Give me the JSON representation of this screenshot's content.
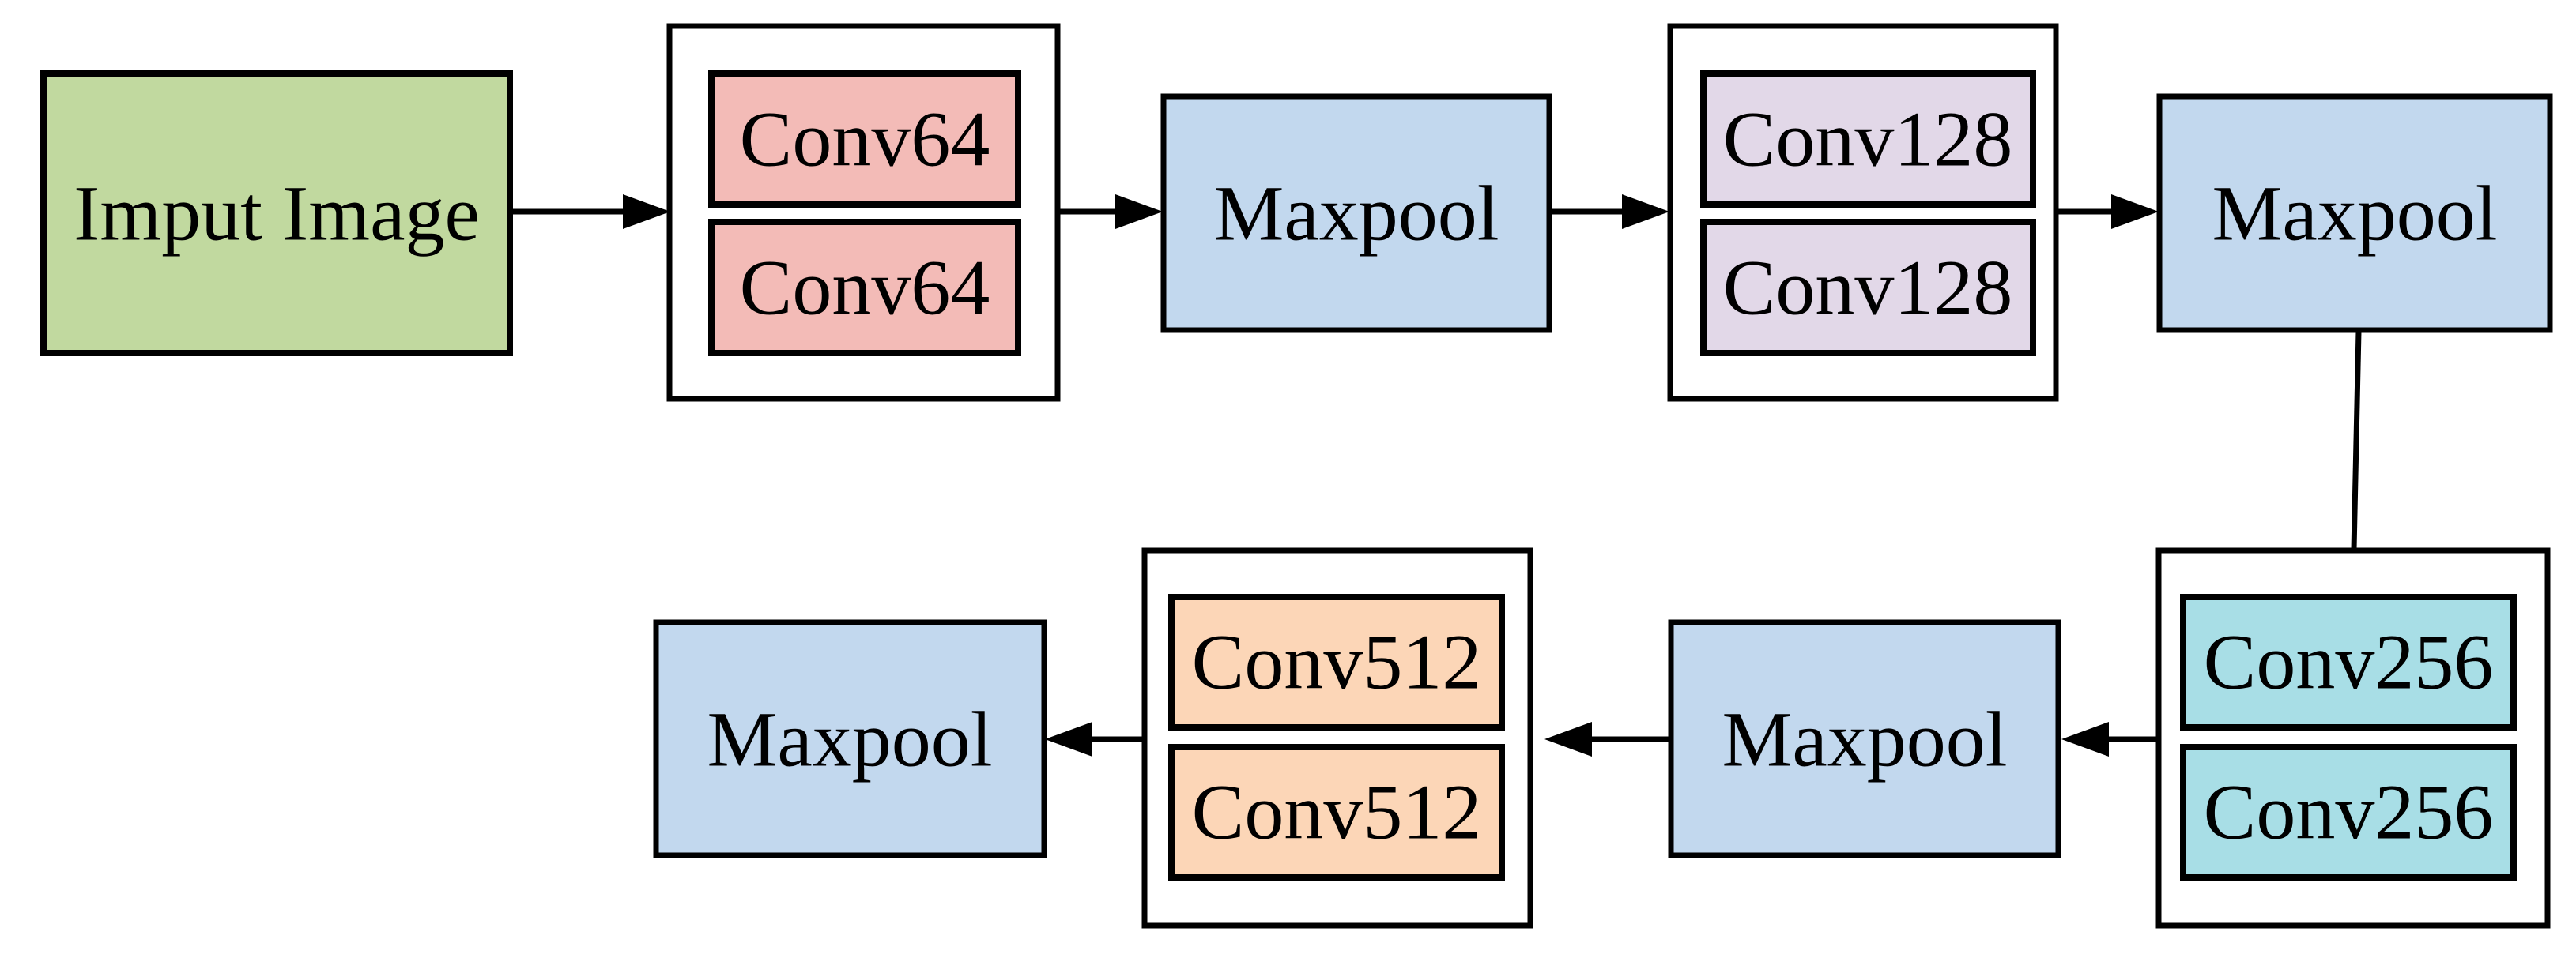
{
  "diagram": {
    "input": {
      "label": "Imput Image",
      "fill": "#c1d99f"
    },
    "block1": {
      "conv_top": {
        "label": "Conv64",
        "fill": "#f3bbb7"
      },
      "conv_bottom": {
        "label": "Conv64",
        "fill": "#f3bbb7"
      }
    },
    "pool1": {
      "label": "Maxpool",
      "fill": "#c2d8ee"
    },
    "block2": {
      "conv_top": {
        "label": "Conv128",
        "fill": "#e2d8e8"
      },
      "conv_bottom": {
        "label": "Conv128",
        "fill": "#e2d8e8"
      }
    },
    "pool2": {
      "label": "Maxpool",
      "fill": "#c2d8ee"
    },
    "block3": {
      "conv_top": {
        "label": "Conv256",
        "fill": "#a8dee6"
      },
      "conv_bottom": {
        "label": "Conv256",
        "fill": "#a8dee6"
      }
    },
    "pool3": {
      "label": "Maxpool",
      "fill": "#c2d8ee"
    },
    "block4": {
      "conv_top": {
        "label": "Conv512",
        "fill": "#fcd6b7"
      },
      "conv_bottom": {
        "label": "Conv512",
        "fill": "#fcd6b7"
      }
    },
    "pool4": {
      "label": "Maxpool",
      "fill": "#c2d8ee"
    },
    "stroke_color": "#000000"
  }
}
